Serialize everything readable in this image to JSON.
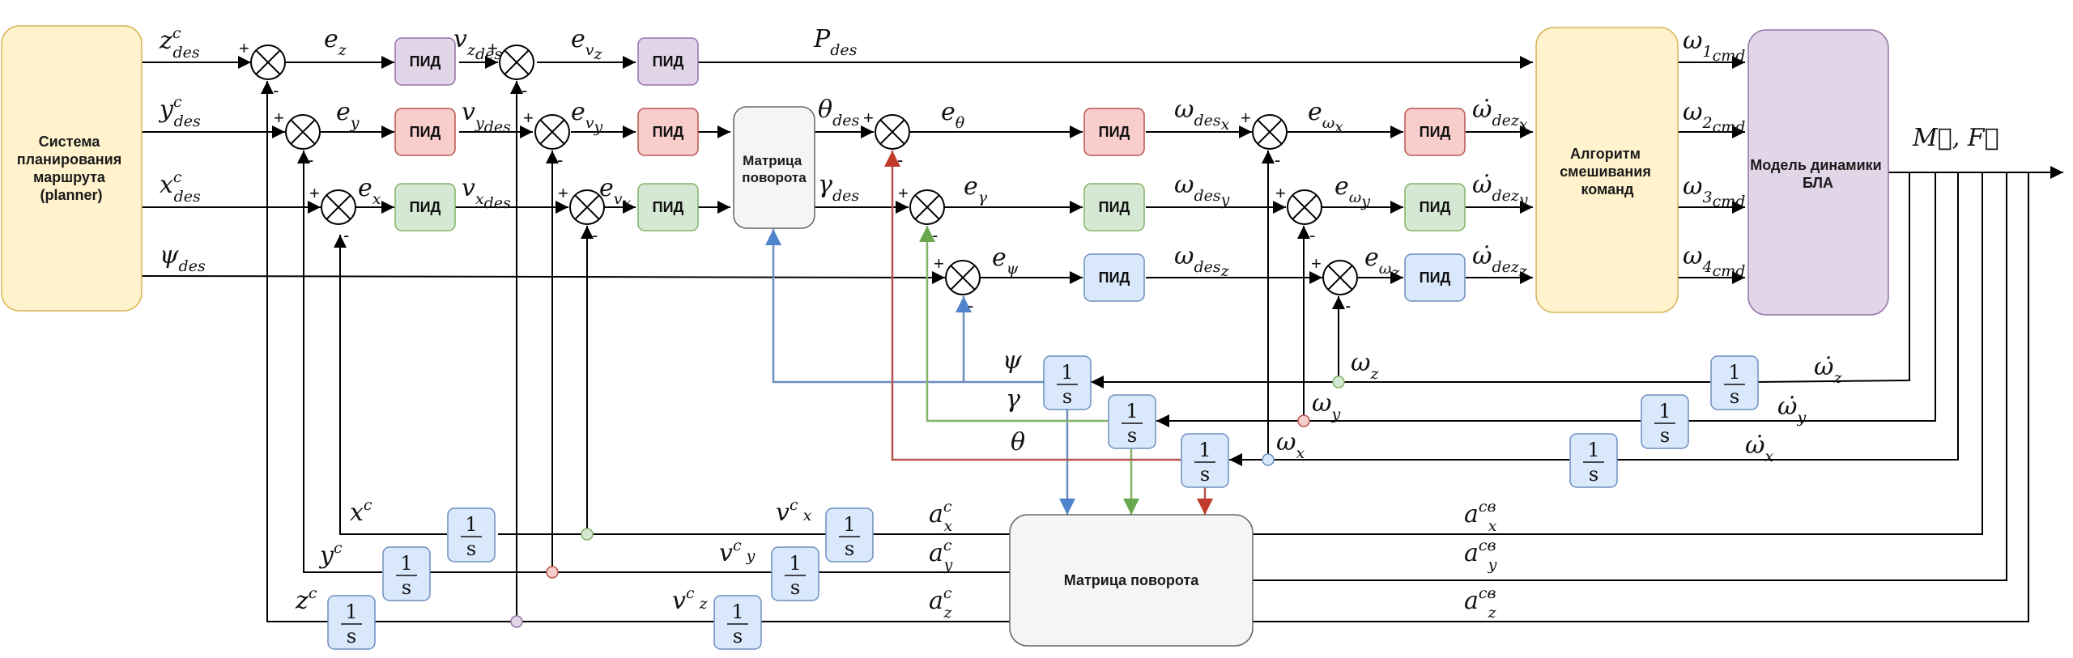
{
  "blocks": {
    "planner": [
      "Система",
      "планирования",
      "маршрута",
      "(planner)"
    ],
    "rotation_matrix_top": [
      "Матрица",
      "поворота"
    ],
    "mixer": [
      "Алгоритм",
      "смешивания",
      "команд"
    ],
    "dynamics": [
      "Модель динамики",
      "БЛА"
    ],
    "rotation_matrix_bottom": "Матрица поворота",
    "pid_label": "ПИД",
    "integrator_num": "1",
    "integrator_den": "s"
  },
  "signals": {
    "z_des": {
      "b": "z",
      "sup": "c",
      "sub": "des"
    },
    "y_des": {
      "b": "y",
      "sup": "c",
      "sub": "des"
    },
    "x_des": {
      "b": "x",
      "sup": "c",
      "sub": "des"
    },
    "psi_des": {
      "b": "ψ",
      "sub": "des"
    },
    "e_z": {
      "b": "e",
      "sub": "z"
    },
    "e_y": {
      "b": "e",
      "sub": "y"
    },
    "e_x": {
      "b": "e",
      "sub": "x"
    },
    "v_z_des": {
      "b": "v",
      "sub": "z",
      "sub2": "des"
    },
    "v_y_des": {
      "b": "v",
      "sub": "y",
      "sub2": "des"
    },
    "v_x_des": {
      "b": "v",
      "sub": "x",
      "sub2": "des"
    },
    "e_vz": {
      "b": "e",
      "sub": "v",
      "sub2": "z"
    },
    "e_vy": {
      "b": "e",
      "sub": "v",
      "sub2": "y"
    },
    "e_vx": {
      "b": "e",
      "sub": "v",
      "sub2": "x"
    },
    "P_des": {
      "b": "P",
      "sub": "des"
    },
    "theta_des": {
      "b": "θ",
      "sub": "des"
    },
    "gamma_des": {
      "b": "γ",
      "sub": "des"
    },
    "e_theta": {
      "b": "e",
      "sub": "θ"
    },
    "e_gamma": {
      "b": "e",
      "sub": "γ"
    },
    "e_psi": {
      "b": "e",
      "sub": "ψ"
    },
    "w_des_x": {
      "b": "ω",
      "sub": "des",
      "sub2": "x"
    },
    "w_des_y": {
      "b": "ω",
      "sub": "des",
      "sub2": "y"
    },
    "w_des_z": {
      "b": "ω",
      "sub": "des",
      "sub2": "z"
    },
    "e_wx": {
      "b": "e",
      "sub": "ω",
      "sub2": "x"
    },
    "e_wy": {
      "b": "e",
      "sub": "ω",
      "sub2": "y"
    },
    "e_wz": {
      "b": "e",
      "sub": "ω",
      "sub2": "z"
    },
    "wdot_dez_x": {
      "b": "ω̇",
      "sub": "dez",
      "sub2": "x"
    },
    "wdot_dez_y": {
      "b": "ω̇",
      "sub": "dez",
      "sub2": "y"
    },
    "wdot_dez_z": {
      "b": "ω̇",
      "sub": "dez",
      "sub2": "z"
    },
    "w1_cmd": {
      "b": "ω",
      "sub": "1",
      "sub2": "cmd"
    },
    "w2_cmd": {
      "b": "ω",
      "sub": "2",
      "sub2": "cmd"
    },
    "w3_cmd": {
      "b": "ω",
      "sub": "3",
      "sub2": "cmd"
    },
    "w4_cmd": {
      "b": "ω",
      "sub": "4",
      "sub2": "cmd"
    },
    "M_F": {
      "b": "M⃗, F⃗"
    },
    "wdot_z": {
      "b": "ω̇",
      "sub": "z"
    },
    "wdot_y": {
      "b": "ω̇",
      "sub": "y"
    },
    "wdot_x": {
      "b": "ω̇",
      "sub": "x"
    },
    "w_z": {
      "b": "ω",
      "sub": "z"
    },
    "w_y": {
      "b": "ω",
      "sub": "y"
    },
    "w_x": {
      "b": "ω",
      "sub": "x"
    },
    "psi": {
      "b": "ψ"
    },
    "gamma": {
      "b": "γ"
    },
    "theta": {
      "b": "θ"
    },
    "x_c": {
      "b": "x",
      "sup": "c"
    },
    "y_c": {
      "b": "y",
      "sup": "c"
    },
    "z_c": {
      "b": "z",
      "sup": "c"
    },
    "v_c_x": {
      "b": "v",
      "sup": "c",
      "post": "x"
    },
    "v_c_y": {
      "b": "v",
      "sup": "c",
      "post": "y"
    },
    "v_c_z": {
      "b": "v",
      "sup": "c",
      "post": "z"
    },
    "a_c_x": {
      "b": "a",
      "sup": "c",
      "sub": "x"
    },
    "a_c_y": {
      "b": "a",
      "sup": "c",
      "sub": "y"
    },
    "a_c_z": {
      "b": "a",
      "sup": "c",
      "sub": "z"
    },
    "a_sv_x": {
      "b": "a",
      "sup": "св",
      "sub": "x"
    },
    "a_sv_y": {
      "b": "a",
      "sup": "св",
      "sub": "y"
    },
    "a_sv_z": {
      "b": "a",
      "sup": "св",
      "sub": "z"
    }
  },
  "sum_signs": {
    "plus": "+",
    "minus": "-"
  },
  "colors": {
    "pid_purple": "#e1d5e7",
    "pid_purple_stroke": "#9673a6",
    "pid_red": "#f8cecc",
    "pid_red_stroke": "#b85450",
    "pid_green": "#d5e8d4",
    "pid_green_stroke": "#82b366",
    "pid_blue": "#dae8fc",
    "pid_blue_stroke": "#6c8ebf",
    "yellow_fill": "#fff2cc",
    "yellow_stroke": "#d6b656",
    "gray_fill": "#f5f5f5",
    "gray_stroke": "#666666",
    "psi_color": "#4f83cc",
    "gamma_color": "#6aa84f",
    "theta_color": "#c0392b"
  }
}
